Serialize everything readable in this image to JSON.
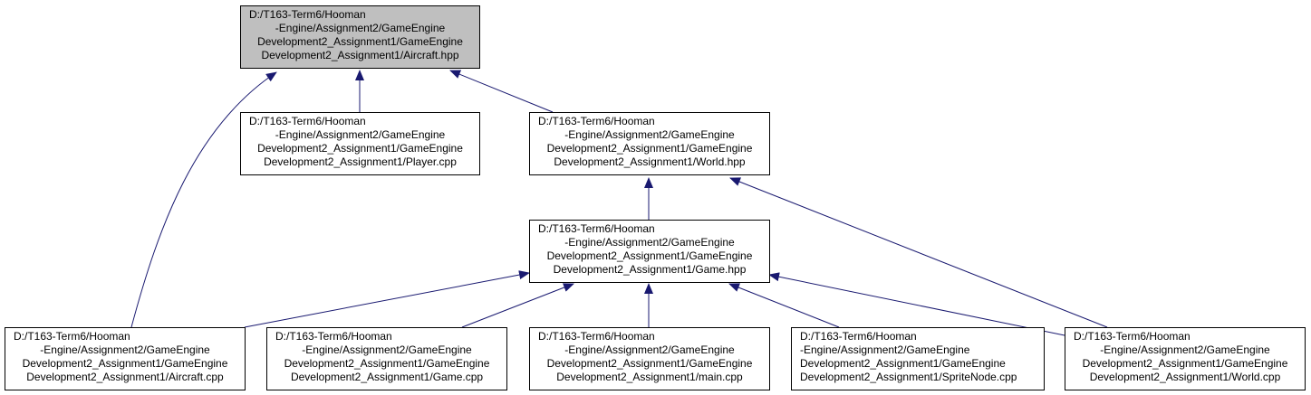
{
  "diagram": {
    "nodes": {
      "aircraft_hpp": {
        "lines": [
          "D:/T163-Term6/Hooman",
          "-Engine/Assignment2/GameEngine",
          "Development2_Assignment1/GameEngine",
          "Development2_Assignment1/Aircraft.hpp"
        ],
        "active": true
      },
      "player_cpp": {
        "lines": [
          "D:/T163-Term6/Hooman",
          "-Engine/Assignment2/GameEngine",
          "Development2_Assignment1/GameEngine",
          "Development2_Assignment1/Player.cpp"
        ]
      },
      "world_hpp": {
        "lines": [
          "D:/T163-Term6/Hooman",
          "-Engine/Assignment2/GameEngine",
          "Development2_Assignment1/GameEngine",
          "Development2_Assignment1/World.hpp"
        ]
      },
      "game_hpp": {
        "lines": [
          "D:/T163-Term6/Hooman",
          "-Engine/Assignment2/GameEngine",
          "Development2_Assignment1/GameEngine",
          "Development2_Assignment1/Game.hpp"
        ]
      },
      "aircraft_cpp": {
        "lines": [
          "D:/T163-Term6/Hooman",
          "-Engine/Assignment2/GameEngine",
          "Development2_Assignment1/GameEngine",
          "Development2_Assignment1/Aircraft.cpp"
        ]
      },
      "game_cpp": {
        "lines": [
          "D:/T163-Term6/Hooman",
          "-Engine/Assignment2/GameEngine",
          "Development2_Assignment1/GameEngine",
          "Development2_Assignment1/Game.cpp"
        ]
      },
      "main_cpp": {
        "lines": [
          "D:/T163-Term6/Hooman",
          "-Engine/Assignment2/GameEngine",
          "Development2_Assignment1/GameEngine",
          "Development2_Assignment1/main.cpp"
        ]
      },
      "spritenode_cpp": {
        "lines": [
          "D:/T163-Term6/Hooman",
          "-Engine/Assignment2/GameEngine",
          "Development2_Assignment1/GameEngine",
          "Development2_Assignment1/SpriteNode.cpp"
        ]
      },
      "world_cpp": {
        "lines": [
          "D:/T163-Term6/Hooman",
          "-Engine/Assignment2/GameEngine",
          "Development2_Assignment1/GameEngine",
          "Development2_Assignment1/World.cpp"
        ]
      }
    },
    "edges": [
      {
        "from": "aircraft_cpp",
        "to": "aircraft_hpp"
      },
      {
        "from": "player_cpp",
        "to": "aircraft_hpp"
      },
      {
        "from": "world_hpp",
        "to": "aircraft_hpp"
      },
      {
        "from": "game_hpp",
        "to": "world_hpp"
      },
      {
        "from": "world_cpp",
        "to": "world_hpp"
      },
      {
        "from": "aircraft_cpp",
        "to": "game_hpp"
      },
      {
        "from": "game_cpp",
        "to": "game_hpp"
      },
      {
        "from": "main_cpp",
        "to": "game_hpp"
      },
      {
        "from": "spritenode_cpp",
        "to": "game_hpp"
      },
      {
        "from": "world_cpp",
        "to": "game_hpp"
      }
    ],
    "colors": {
      "edge": "#191970",
      "node_border": "#000000",
      "active_fill": "#bfbfbf",
      "node_fill": "#ffffff"
    }
  }
}
